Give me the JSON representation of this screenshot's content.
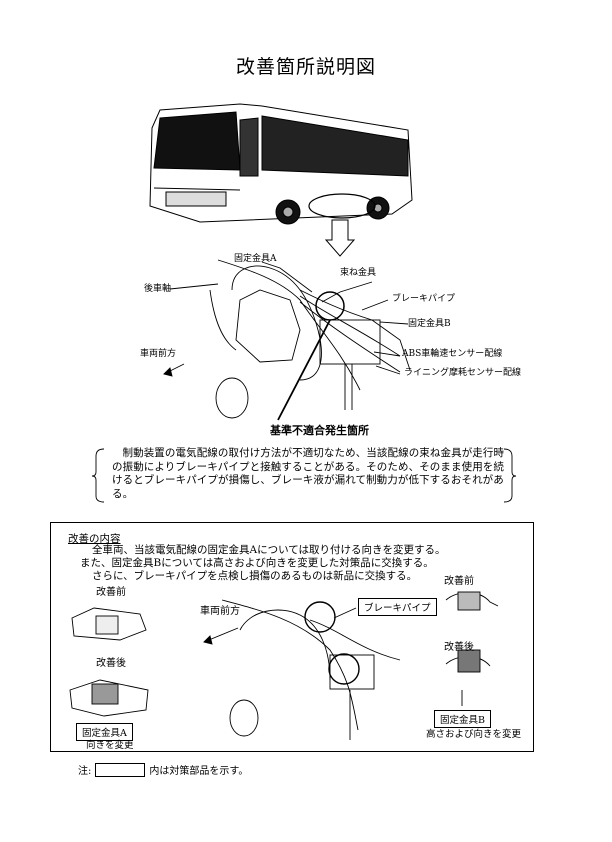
{
  "title": "改善箇所説明図",
  "top_diagram": {
    "labels": {
      "fixture_a": "固定金具A",
      "bundle_fixture": "束ね金具",
      "rear_axle": "後車軸",
      "brake_pipe": "ブレーキパイプ",
      "fixture_b": "固定金具B",
      "vehicle_forward": "車両前方",
      "abs_wiring": "ABS車輪速センサー配線",
      "lining_wiring": "ライニング摩耗センサー配線"
    },
    "warning_label": "基準不適合発生箇所"
  },
  "notice": "制動装置の電気配線の取付け方法が不適切なため、当該配線の束ね金具が走行時の振動によりブレーキパイプと接触することがある。そのため、そのまま使用を続けるとブレーキパイプが損傷し、ブレーキ液が漏れて制動力が低下するおそれがある。",
  "remedy": {
    "heading": "改善の内容",
    "lines": [
      "全車両、当該電気配線の固定金具Aについては取り付ける向きを変更する。",
      "また、固定金具Bについては高さおよび向きを変更した対策品に交換する。",
      "さらに、ブレーキパイプを点検し損傷のあるものは新品に交換する。"
    ],
    "left_before": "改善前",
    "left_after": "改善後",
    "vehicle_forward": "車両前方",
    "brake_pipe": "ブレーキパイプ",
    "right_before": "改善前",
    "right_after": "改善後",
    "fixture_a_label": "固定金具A",
    "fixture_a_caption": "向きを変更",
    "fixture_b_label": "固定金具B",
    "fixture_b_caption": "高さおよび向きを変更"
  },
  "note": {
    "prefix": "注:",
    "suffix": "内は対策部品を示す。"
  }
}
